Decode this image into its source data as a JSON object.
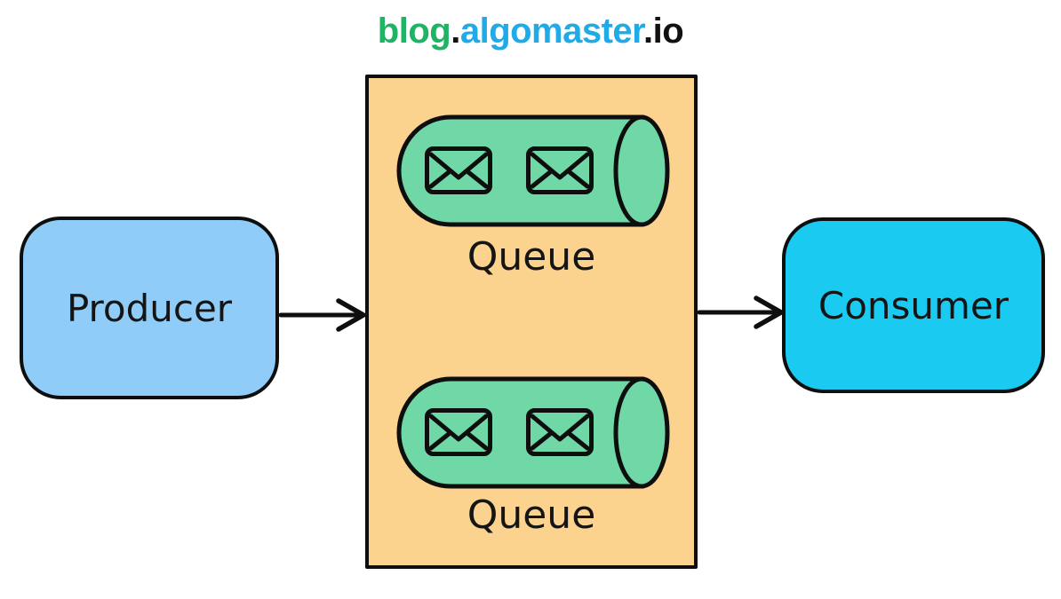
{
  "page": {
    "background": "#ffffff"
  },
  "title": {
    "full_text": "blog.algomaster.io",
    "segments": [
      {
        "text": "blog",
        "color": "#1EB464"
      },
      {
        "text": ".",
        "color": "#111111"
      },
      {
        "text": "algomaster",
        "color": "#20ABE8"
      },
      {
        "text": ".io",
        "color": "#111111"
      }
    ]
  },
  "diagram": {
    "producer": {
      "label": "Producer",
      "fill": "#8FCDF8"
    },
    "consumer": {
      "label": "Consumer",
      "fill": "#1BCAF1"
    },
    "queue_container": {
      "fill": "#FBD28E",
      "cylinder_fill": "#6FD8A6",
      "queues": [
        {
          "label": "Queue",
          "message_count": 2
        },
        {
          "label": "Queue",
          "message_count": 2
        }
      ]
    },
    "arrows": [
      {
        "from": "producer",
        "to": "queue-container"
      },
      {
        "from": "queue-container",
        "to": "consumer"
      }
    ],
    "stroke_color": "#0e0e0e"
  }
}
